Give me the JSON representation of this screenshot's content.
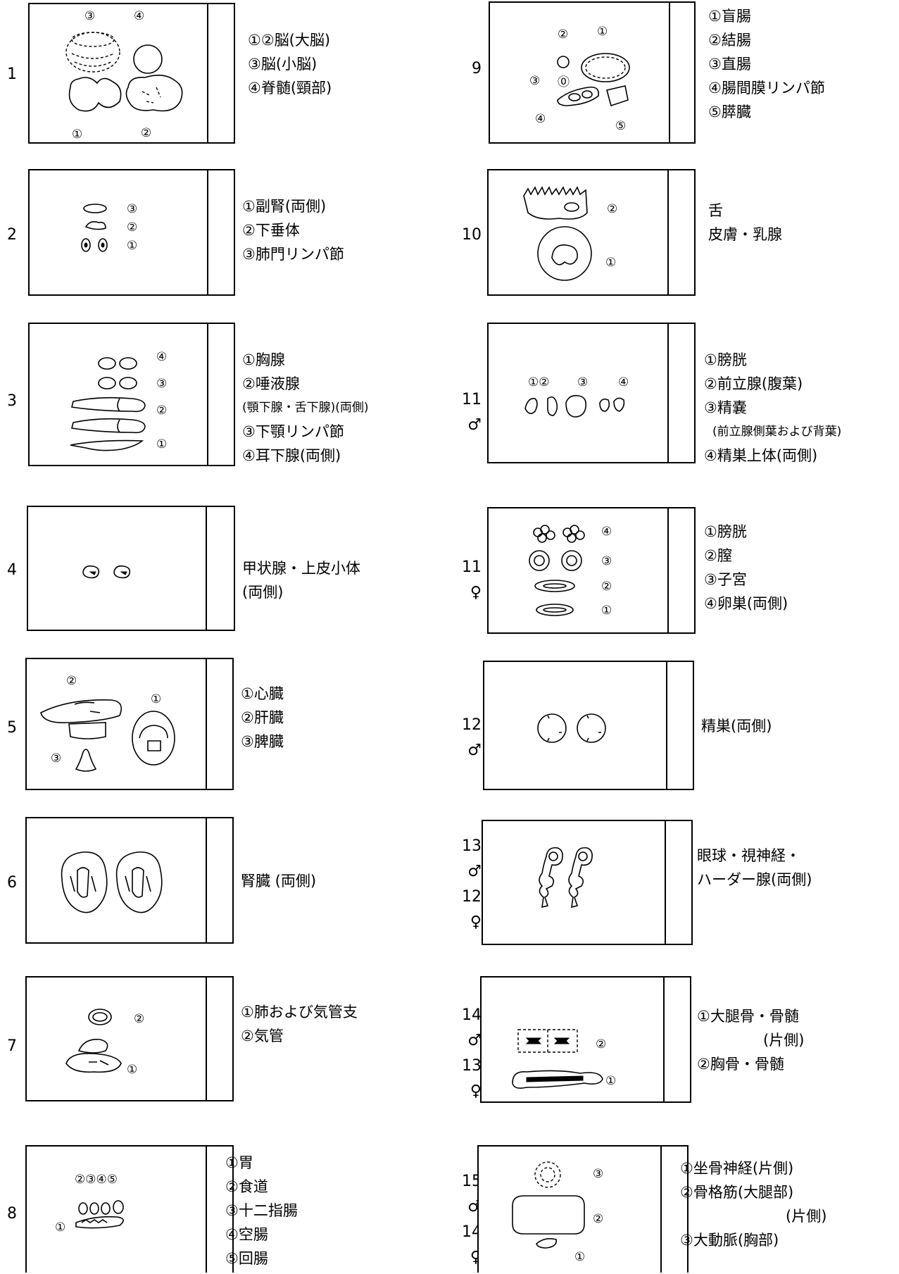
{
  "sections": [
    {
      "id": 1,
      "side": "left",
      "number_lines": [
        "1"
      ],
      "desc_lines": [
        "①②脳(大脳)",
        "③脳(小脳)",
        "④脊髄(頸部)"
      ],
      "markers": [
        "③",
        "④",
        "①",
        "②"
      ]
    },
    {
      "id": 2,
      "side": "left",
      "number_lines": [
        "2"
      ],
      "desc_lines": [
        "①副腎(両側)",
        "②下垂体",
        "③肺門リンパ節"
      ],
      "markers": [
        "③",
        "②",
        "①"
      ]
    },
    {
      "id": 3,
      "side": "left",
      "number_lines": [
        "3"
      ],
      "desc_lines": [
        "①胸腺",
        "②唾液腺",
        "(顎下腺・舌下腺)(両側)",
        "③下顎リンパ節",
        "④耳下腺(両側)"
      ],
      "markers": [
        "④",
        "③",
        "②",
        "①"
      ]
    },
    {
      "id": 4,
      "side": "left",
      "number_lines": [
        "4"
      ],
      "desc_lines": [
        "甲状腺・上皮小体",
        "(両側)"
      ],
      "markers": []
    },
    {
      "id": 5,
      "side": "left",
      "number_lines": [
        "5"
      ],
      "desc_lines": [
        "①心臓",
        "②肝臓",
        "③脾臓"
      ],
      "markers": [
        "②",
        "①",
        "③"
      ]
    },
    {
      "id": 6,
      "side": "left",
      "number_lines": [
        "6"
      ],
      "desc_lines": [
        "腎臓 (両側)"
      ],
      "markers": []
    },
    {
      "id": 7,
      "side": "left",
      "number_lines": [
        "7"
      ],
      "desc_lines": [
        "①肺および気管支",
        "②気管"
      ],
      "markers": [
        "②",
        "①"
      ]
    },
    {
      "id": 8,
      "side": "left",
      "number_lines": [
        "8"
      ],
      "desc_lines": [
        "①胃",
        "②食道",
        "③十二指腸",
        "④空腸",
        "⑤回腸"
      ],
      "markers": [
        "②③④⑤",
        "①"
      ]
    },
    {
      "id": 9,
      "side": "right",
      "number_lines": [
        "9"
      ],
      "desc_lines": [
        "①盲腸",
        "②結腸",
        "③直腸",
        "④腸間膜リンパ節",
        "⑤膵臓"
      ],
      "markers": [
        "②",
        "①",
        "③",
        "④",
        "⑤"
      ]
    },
    {
      "id": 10,
      "side": "right",
      "number_lines": [
        "10"
      ],
      "desc_lines": [
        "舌",
        "皮膚・乳腺"
      ],
      "markers": [
        "②",
        "①"
      ]
    },
    {
      "id": 11,
      "side": "right",
      "number_lines": [
        "11",
        "♂"
      ],
      "desc_lines": [
        "①膀胱",
        "②前立腺(腹葉)",
        "③精嚢",
        "(前立腺側葉および背葉)",
        "④精巣上体(両側)"
      ],
      "markers": [
        "①②",
        "③",
        "④"
      ]
    },
    {
      "id": 12,
      "side": "right",
      "number_lines": [
        "11",
        "♀"
      ],
      "desc_lines": [
        "①膀胱",
        "②膣",
        "③子宮",
        "④卵巣(両側)"
      ],
      "markers": [
        "④",
        "③",
        "②",
        "①"
      ]
    },
    {
      "id": 13,
      "side": "right",
      "number_lines": [
        "12",
        "♂"
      ],
      "desc_lines": [
        "精巣(両側)"
      ],
      "markers": []
    },
    {
      "id": 14,
      "side": "right",
      "number_lines": [
        "13",
        "♂",
        "12",
        "♀"
      ],
      "desc_lines": [
        "眼球・視神経・",
        "ハーダー腺(両側)"
      ],
      "markers": []
    },
    {
      "id": 15,
      "side": "right",
      "number_lines": [
        "14",
        "♂",
        "13",
        "♀"
      ],
      "desc_lines": [
        "①大腿骨・骨髄",
        "(片側)",
        "②胸骨・骨髄"
      ],
      "markers": [
        "②",
        "①"
      ]
    },
    {
      "id": 16,
      "side": "right",
      "number_lines": [
        "15",
        "♂",
        "14",
        "♀"
      ],
      "desc_lines": [
        "①坐骨神経(片側)",
        "②骨格筋(大腿部)",
        "(片側)",
        "③大動脈(胸部)"
      ],
      "markers": [
        "③",
        "②",
        "①"
      ]
    }
  ]
}
